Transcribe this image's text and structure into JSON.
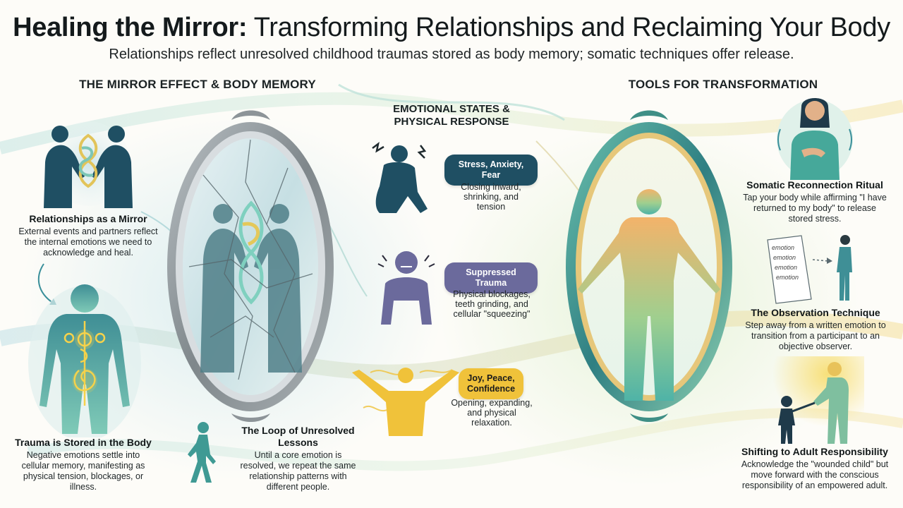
{
  "header": {
    "title_bold": "Healing the Mirror:",
    "title_rest": " Transforming Relationships and Reclaiming Your Body",
    "subtitle": "Relationships reflect unresolved childhood traumas stored as body memory; somatic techniques offer release."
  },
  "left_section": {
    "heading": "THE MIRROR EFFECT & BODY MEMORY",
    "mirror_block": {
      "title": "Relationships as a Mirror",
      "text": "External events and partners reflect the internal emotions we need to acknowledge and heal."
    },
    "trauma_block": {
      "title": "Trauma is Stored in the Body",
      "text": "Negative emotions settle into cellular memory, manifesting as physical tension, blockages, or illness."
    },
    "loop_block": {
      "title": "The Loop of Unresolved Lessons",
      "text": "Until a core emotion is resolved, we repeat the same relationship patterns with different people."
    }
  },
  "center_section": {
    "heading": "EMOTIONAL STATES & PHYSICAL RESPONSE",
    "states": [
      {
        "label": "Stress, Anxiety, Fear",
        "text": "Closing inward, shrinking, and tension",
        "color": "#1f4f63"
      },
      {
        "label": "Suppressed Trauma",
        "text": "Physical blockages, teeth grinding, and cellular \"squeezing\"",
        "color": "#6b6a9c"
      },
      {
        "label": "Joy, Peace, Confidence",
        "text": "Opening, expanding, and physical relaxation.",
        "color": "#f0c23a"
      }
    ]
  },
  "right_section": {
    "heading": "TOOLS FOR TRANSFORMATION",
    "somatic": {
      "title": "Somatic Reconnection Ritual",
      "text": "Tap your body while affirming \"I have returned to my body\" to release stored stress."
    },
    "observation": {
      "title": "The Observation Technique",
      "text": "Step away from a written emotion to transition from a participant to an objective observer.",
      "paper_words": [
        "emotion",
        "emotion",
        "emotion",
        "emotion"
      ]
    },
    "adult": {
      "title": "Shifting to Adult Responsibility",
      "text": "Acknowledge the \"wounded child\" but move forward with the conscious responsibility of an empowered adult."
    }
  },
  "colors": {
    "teal_dark": "#1f4f63",
    "teal": "#3a8f9a",
    "mint": "#8fd1c1",
    "gold": "#f0c23a",
    "violet": "#6b6a9c",
    "frame_silver": "#8f979b",
    "frame_green": "#3f8f86"
  }
}
